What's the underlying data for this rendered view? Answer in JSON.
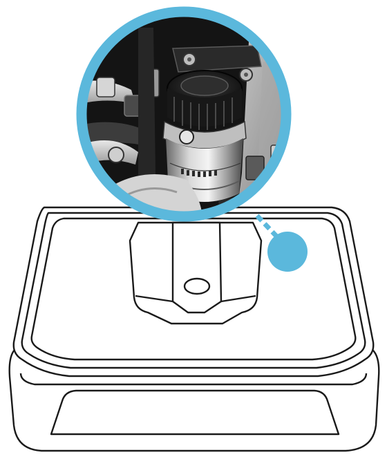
{
  "figure": {
    "callout_color": "#5bb8dc",
    "line_color": "#1a1a1a",
    "photo_tone": "grayscale",
    "subject": "engine-compartment-fuel-filter",
    "base_object": "cover-housing-with-mount-bracket"
  }
}
